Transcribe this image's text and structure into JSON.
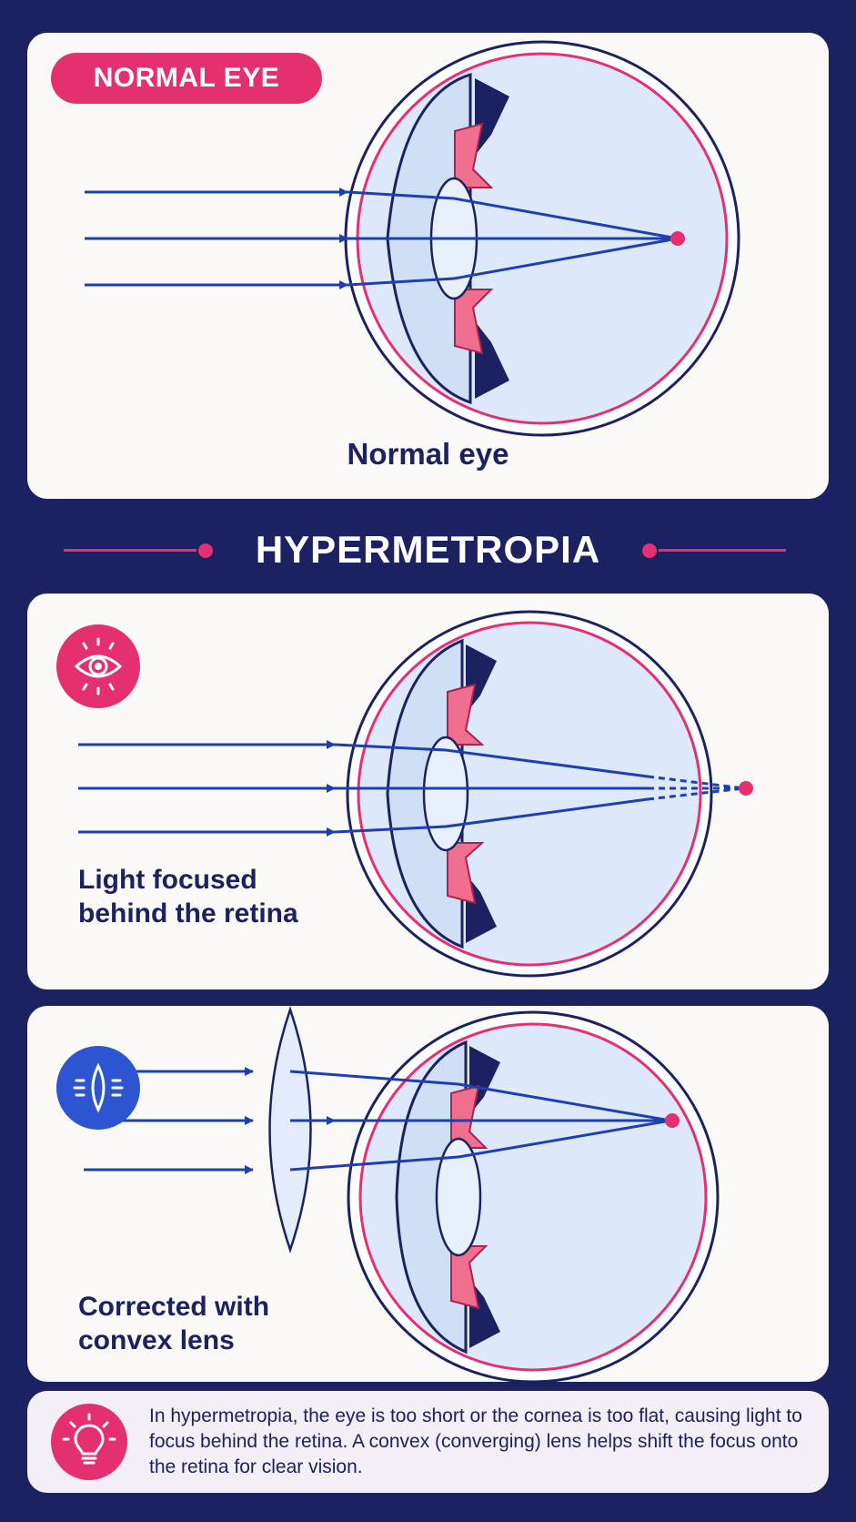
{
  "normal_panel": {
    "tag": "NORMAL EYE",
    "caption": "Normal eye"
  },
  "section": {
    "heading": "HYPERMETROPIA"
  },
  "hyper_panel": {
    "caption": "Light focused behind the retina",
    "icon": "eye-icon"
  },
  "corrected_panel": {
    "caption": "Corrected with convex lens",
    "icon": "convex-lens-icon"
  },
  "info": {
    "icon": "lightbulb-icon",
    "text": "In hypermetropia, the eye is too short or the cornea is too flat, causing light to focus behind the retina. A convex (converging) lens helps shift the focus onto the retina for clear vision."
  },
  "colors": {
    "background": "#1b2161",
    "accent_pink": "#e5306f",
    "ray_blue": "#1e3fb0",
    "lens_blue": "#2d55d1",
    "eye_fill": "#dde9fa",
    "card": "#fbf8f8"
  }
}
